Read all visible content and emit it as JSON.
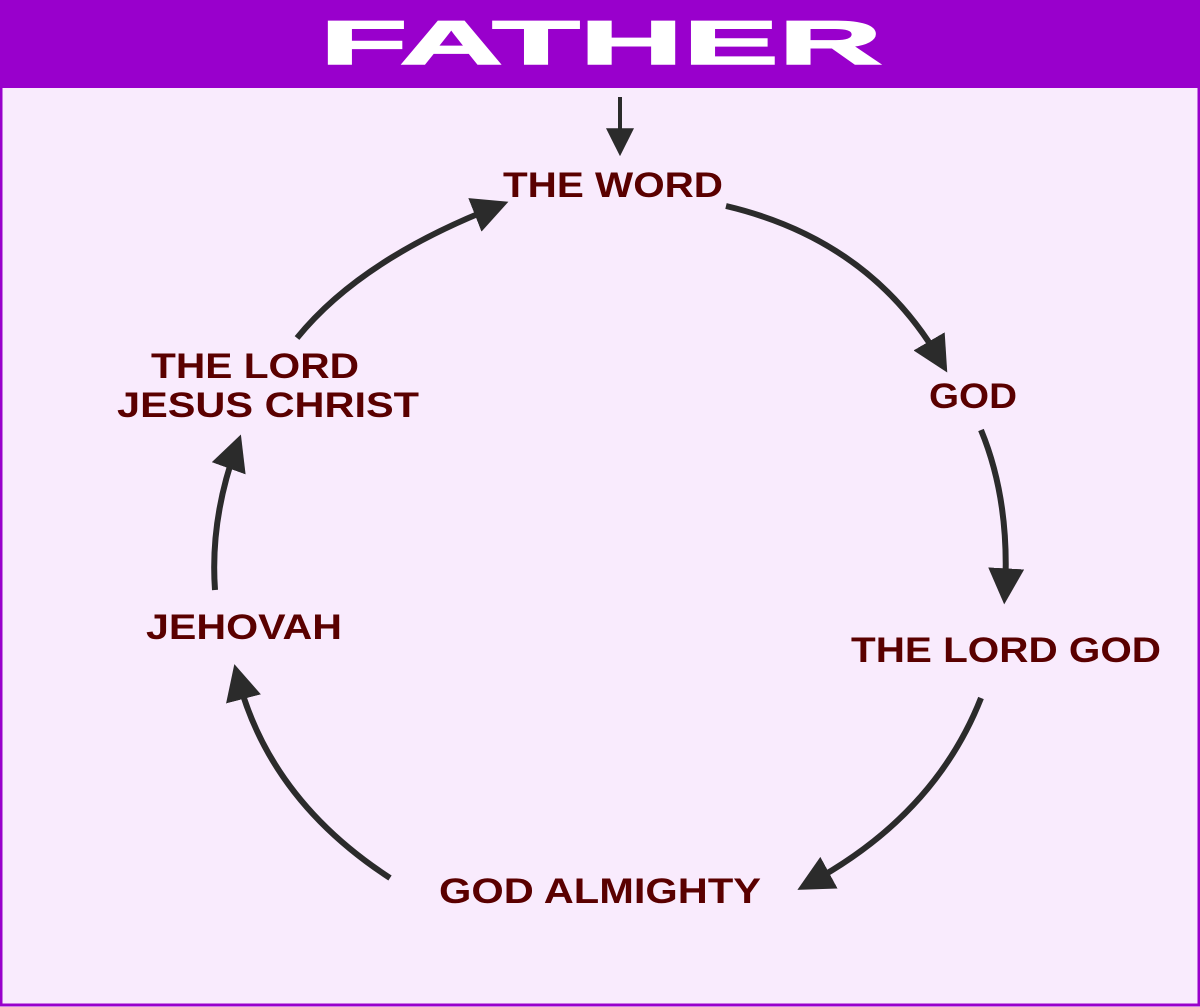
{
  "header": {
    "title": "FATHER"
  },
  "nodes": {
    "the_word": "THE WORD",
    "god": "GOD",
    "the_lord_god": "THE LORD GOD",
    "god_almighty": "GOD ALMIGHTY",
    "jehovah": "JEHOVAH",
    "the_lord_jesus_christ": [
      "THE LORD",
      "JESUS CHRIST"
    ]
  },
  "colors": {
    "header_bg": "#9900cc",
    "panel_bg": "#f9ebfd",
    "text": "#5a0000",
    "arrow": "#2b2b2b"
  }
}
